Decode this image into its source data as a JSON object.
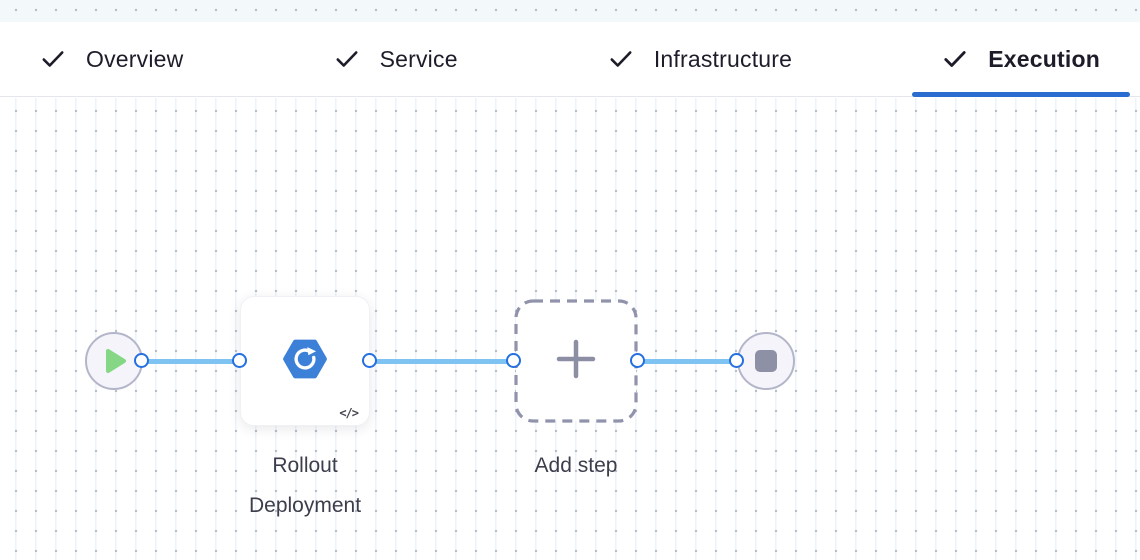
{
  "tabs": {
    "items": [
      {
        "label": "Overview",
        "completed": true,
        "active": false
      },
      {
        "label": "Service",
        "completed": true,
        "active": false
      },
      {
        "label": "Infrastructure",
        "completed": true,
        "active": false
      },
      {
        "label": "Execution",
        "completed": true,
        "active": true
      }
    ]
  },
  "pipeline": {
    "start_node": {
      "icon": "play-icon"
    },
    "steps": [
      {
        "label": "Rollout Deployment",
        "icon": "kubernetes-rollout-icon",
        "badge": "</>"
      },
      {
        "label": "Add step",
        "icon": "plus-icon"
      }
    ],
    "end_node": {
      "icon": "stop-icon"
    }
  },
  "colors": {
    "active_tab_accent": "#2b6cd0",
    "connector_line": "#7ec3f2",
    "connector_port": "#2470e0",
    "node_fill": "#f4f4fa",
    "node_border": "#b3b5c9",
    "play_green": "#85d785",
    "stop_gray": "#8e90a6",
    "dashed_gray": "#9093ab",
    "step_icon_blue": "#3c80d8",
    "tab_text": "#1c1d29",
    "label_text": "#3d3e4c"
  }
}
